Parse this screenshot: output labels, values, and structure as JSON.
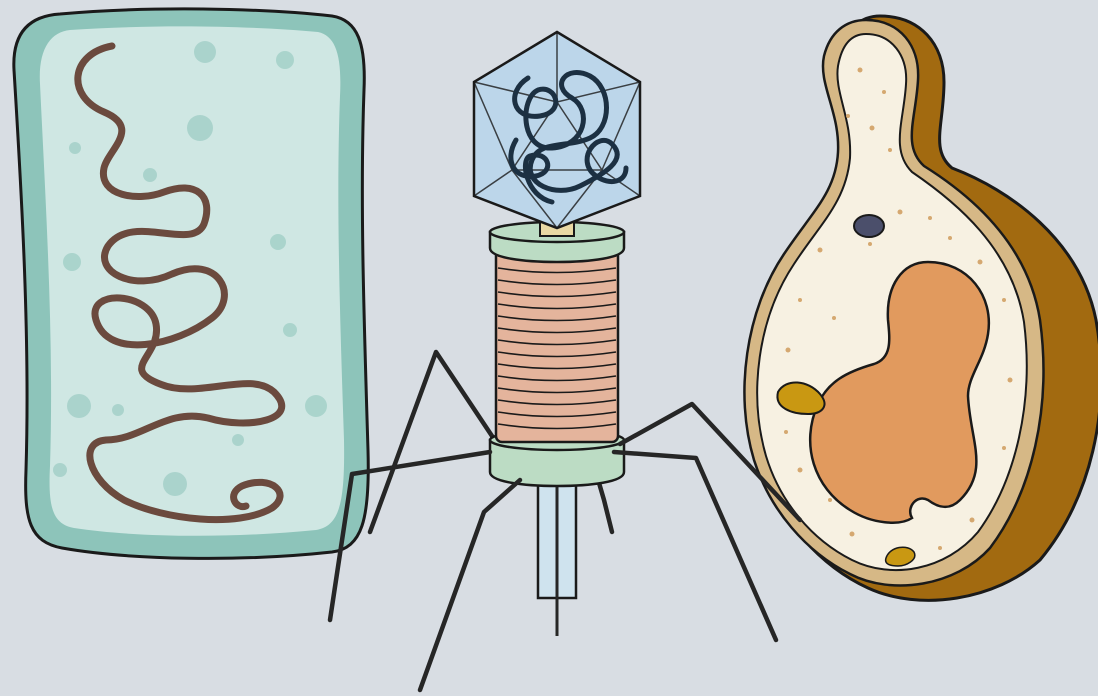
{
  "colors": {
    "background": "#d8dde3",
    "outline": "#1a1a1a",
    "bacterium_wall": "#8dc4ba",
    "bacterium_cytoplasm": "#cfe7e3",
    "bacterium_dna": "#6b4a3e",
    "phage_head": "#bcd6ea",
    "phage_dna": "#1c3042",
    "phage_collar": "#bcdcc4",
    "phage_sheath": "#e4b49c",
    "phage_tube": "#cfe3ee",
    "phage_legs": "#262626",
    "yeast_wall": "#a26a10",
    "yeast_wall_inner": "#d6b886",
    "yeast_cytoplasm": "#f7f1e2",
    "yeast_nucleus": "#e19a5e",
    "yeast_vacuole": "#c99812",
    "yeast_organelle_dark": "#4b4f6b",
    "yeast_granules": "#d5a870"
  },
  "figure": {
    "objects": [
      "bacterium",
      "bacteriophage",
      "yeast-cell"
    ]
  }
}
